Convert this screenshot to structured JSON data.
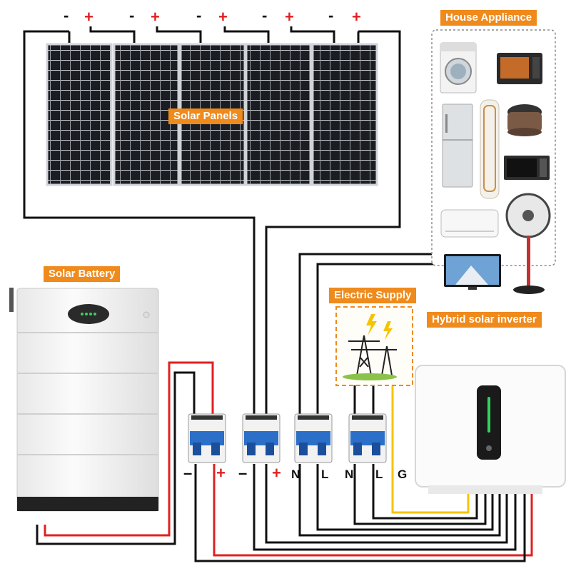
{
  "labels": {
    "solar_panels": "Solar Panels",
    "house_appliance": "House Appliance",
    "solar_battery": "Solar Battery",
    "electric_supply": "Electric Supply",
    "inverter": "Hybrid solar inverter"
  },
  "panel_terminals": {
    "negative": "-",
    "positive": "+"
  },
  "breaker_terminals": [
    "–",
    "+",
    "–",
    "+",
    "N",
    "L",
    "N",
    "L",
    "G"
  ],
  "appliances": [
    "washing-machine",
    "oven",
    "refrigerator",
    "air-purifier",
    "rice-cooker",
    "microwave",
    "air-conditioner",
    "electric-fan",
    "television"
  ],
  "wire_colors": {
    "positive": "#e02020",
    "negative": "#111111",
    "ground": "#f5c400"
  },
  "accent_color": "#ef8a1c"
}
